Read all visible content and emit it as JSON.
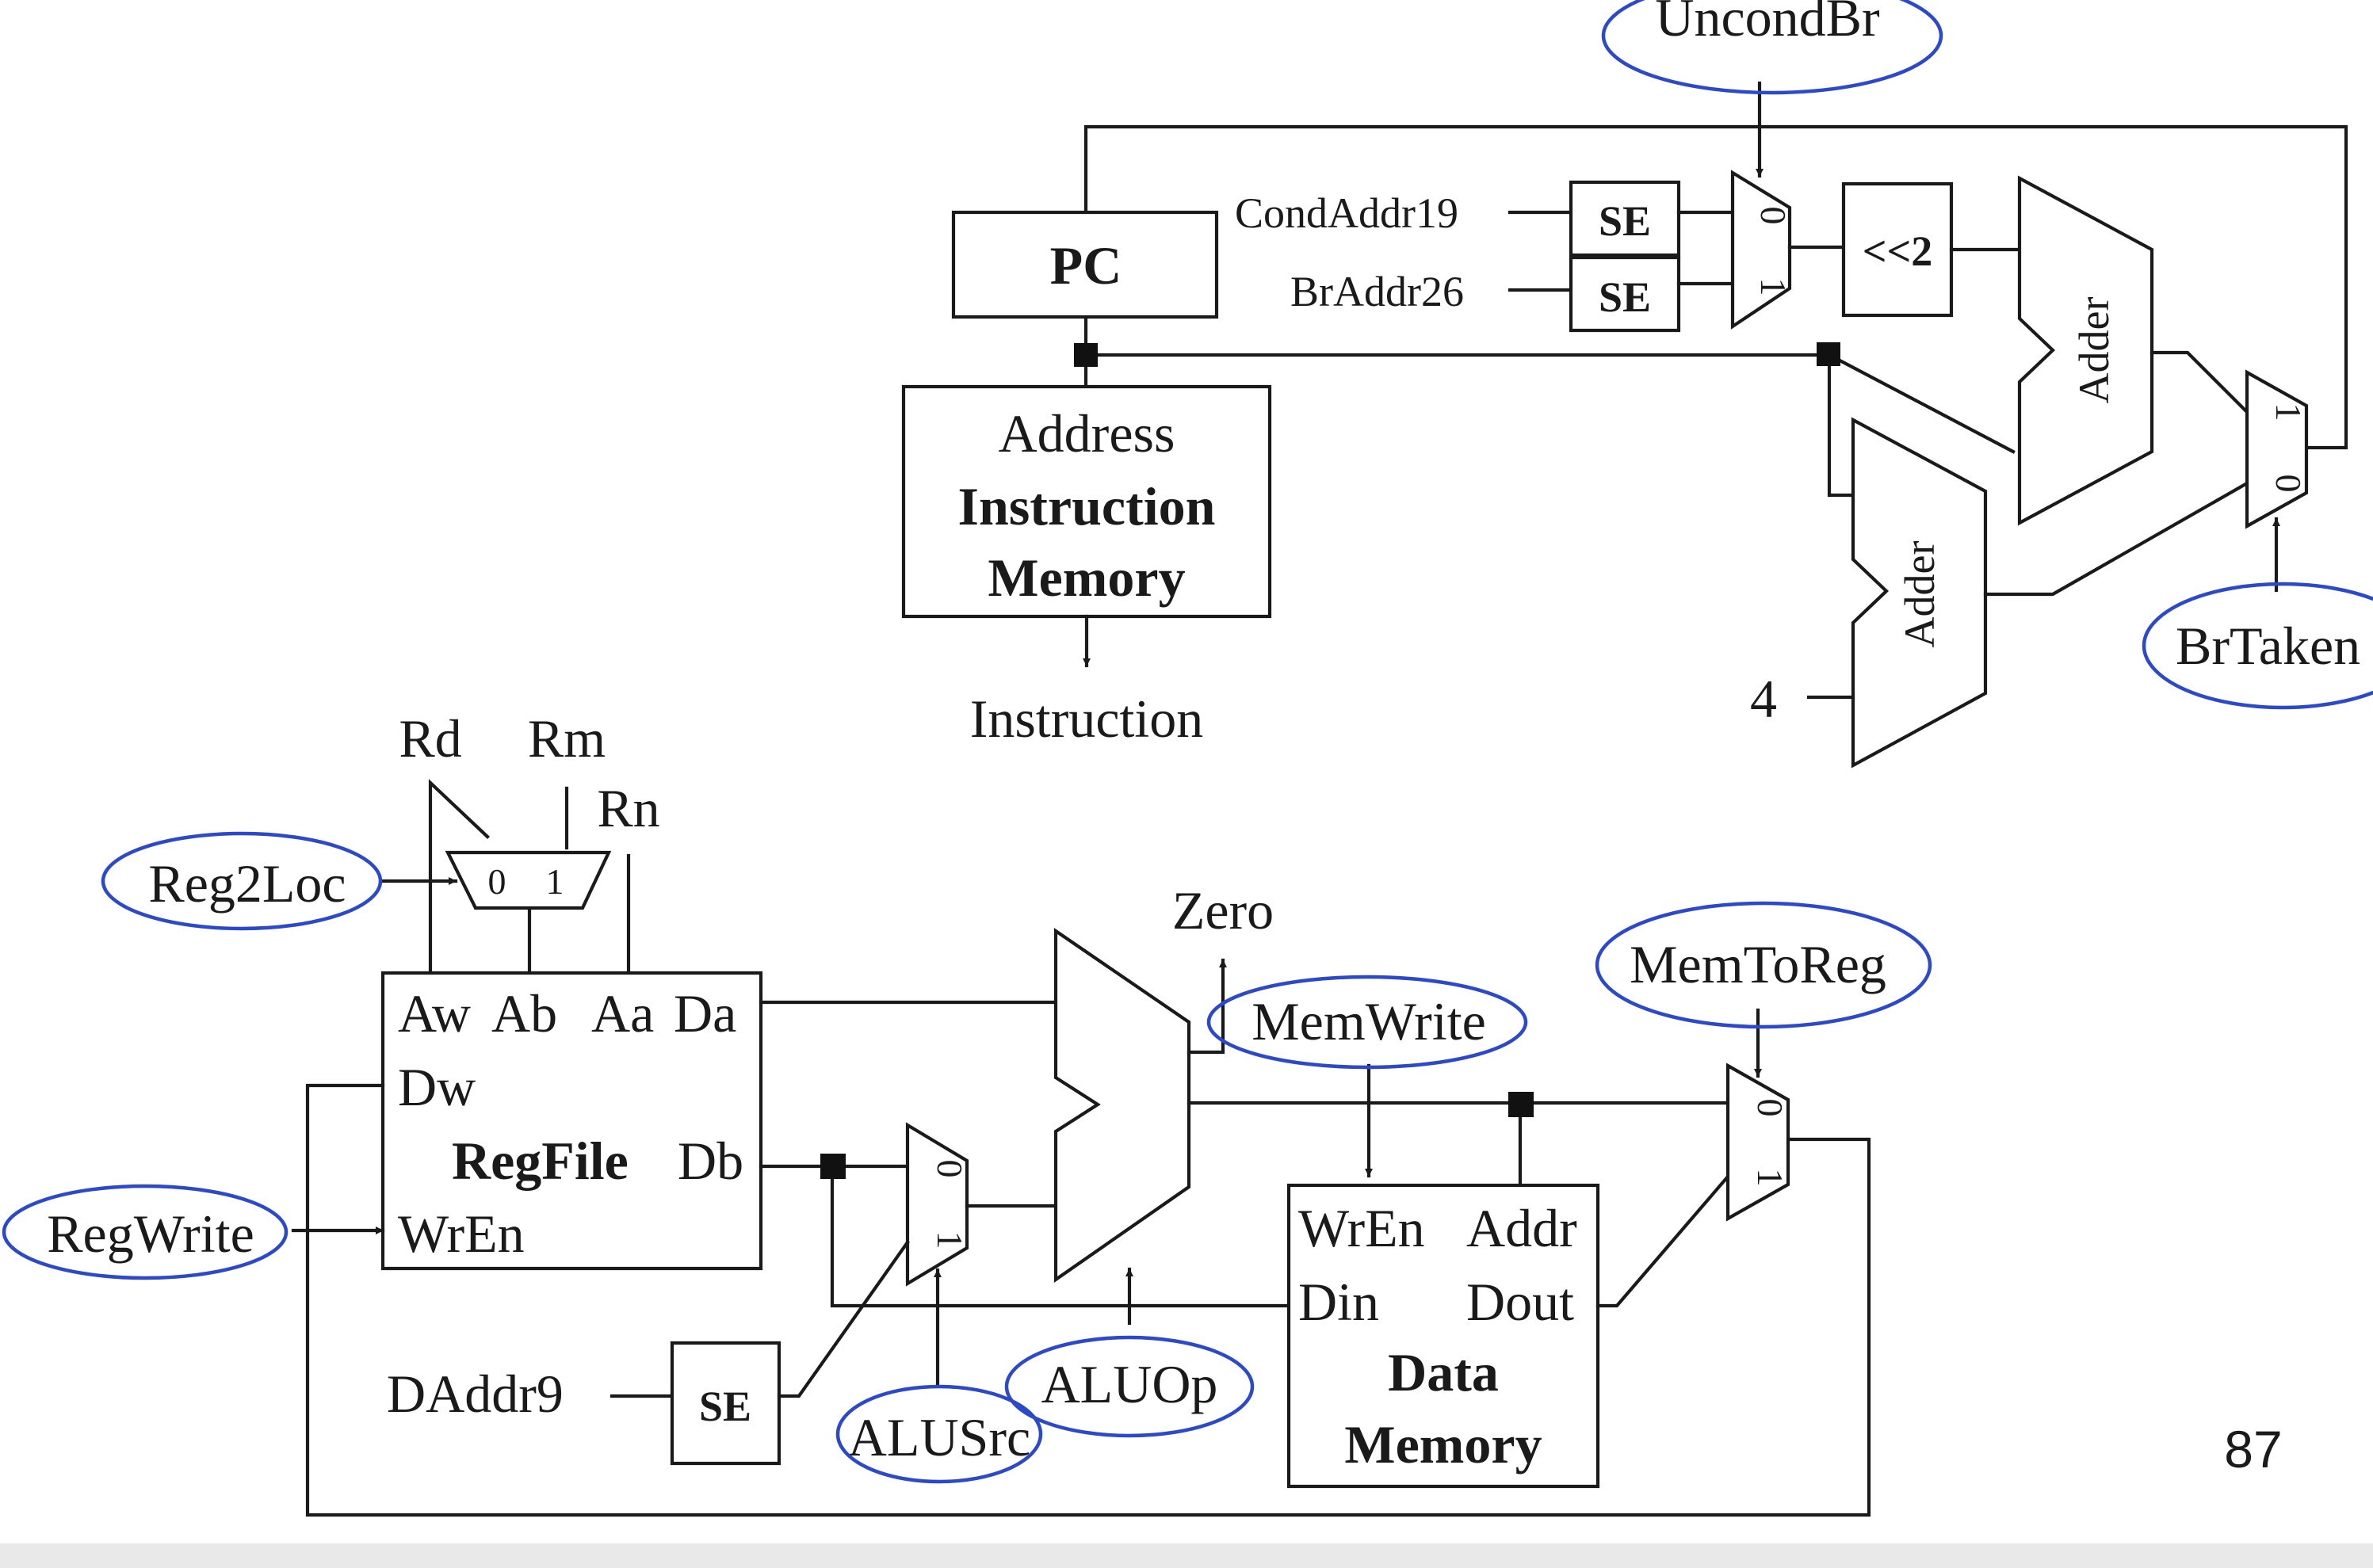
{
  "pc": {
    "label": "PC"
  },
  "instruction_memory": {
    "line1": "Address",
    "line2": "Instruction",
    "line3": "Memory"
  },
  "instruction_label": "Instruction",
  "cond_addr": "CondAddr19",
  "br_addr": "BrAddr26",
  "se_label": "SE",
  "shift_label": "<<2",
  "adder_label": "Adder",
  "four_label": "4",
  "mux_zero": "0",
  "mux_one": "1",
  "regfile": {
    "aw": "Aw",
    "ab": "Ab",
    "aa": "Aa",
    "da": "Da",
    "dw": "Dw",
    "name": "RegFile",
    "db": "Db",
    "wren": "WrEn"
  },
  "reg_inputs": {
    "rd": "Rd",
    "rm": "Rm",
    "rn": "Rn"
  },
  "zero_label": "Zero",
  "daddr": "DAddr9",
  "data_memory": {
    "wren": "WrEn",
    "addr": "Addr",
    "din": "Din",
    "dout": "Dout",
    "line1": "Data",
    "line2": "Memory"
  },
  "controls": {
    "uncond_br": "UncondBr",
    "br_taken": "BrTaken",
    "reg2loc": "Reg2Loc",
    "reg_write": "RegWrite",
    "alu_src": "ALUSrc",
    "alu_op": "ALUOp",
    "mem_write": "MemWrite",
    "mem_to_reg": "MemToReg"
  },
  "page_number": "87",
  "colors": {
    "ink": "#1a1a1a",
    "annotation": "#2b49c9",
    "background": "#ffffff"
  }
}
